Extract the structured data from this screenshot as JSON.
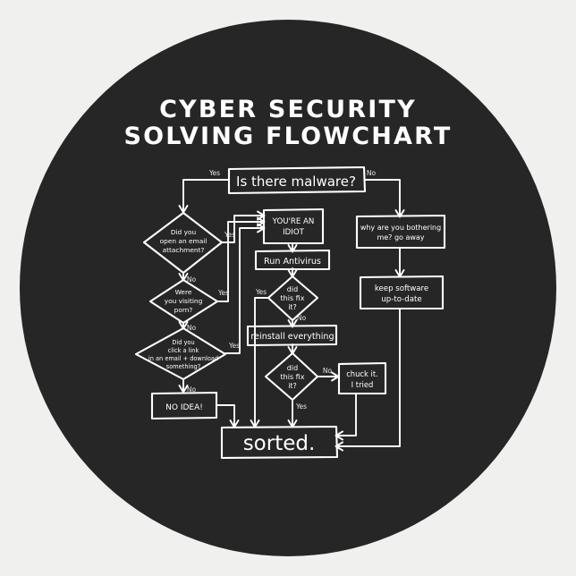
{
  "sticker": {
    "shape": "circle",
    "background_color": "#262626",
    "page_background_color": "#f0f0ef",
    "ink_color": "#ffffff"
  },
  "title": {
    "line1": "CYBER SECURITY",
    "line2": "SOLVING FLOWCHART"
  },
  "chart_data": {
    "type": "diagram",
    "title": "CYBER SECURITY SOLVING FLOWCHART",
    "diagram_kind": "flowchart",
    "nodes": [
      {
        "id": "malware",
        "shape": "box",
        "label": "Is there malware?"
      },
      {
        "id": "attachment",
        "shape": "diamond",
        "label": "Did you open an email attachment?"
      },
      {
        "id": "porn",
        "shape": "diamond",
        "label": "Were you visiting porn?"
      },
      {
        "id": "clicklink",
        "shape": "diamond",
        "label": "Did you click a link in an email + download something?"
      },
      {
        "id": "noidea",
        "shape": "box",
        "label": "NO IDEA!"
      },
      {
        "id": "idiot",
        "shape": "box",
        "label": "YOU'RE AN IDIOT"
      },
      {
        "id": "antivirus",
        "shape": "box",
        "label": "Run Antivirus"
      },
      {
        "id": "fix1",
        "shape": "diamond",
        "label": "did this fix it?"
      },
      {
        "id": "reinstall",
        "shape": "box",
        "label": "reinstall everything"
      },
      {
        "id": "fix2",
        "shape": "diamond",
        "label": "did this fix it?"
      },
      {
        "id": "chuckit",
        "shape": "box",
        "label": "chuck it. I tried"
      },
      {
        "id": "bothering",
        "shape": "box",
        "label": "why are you bothering me? go away"
      },
      {
        "id": "uptodate",
        "shape": "box",
        "label": "keep software up-to-date"
      },
      {
        "id": "sorted",
        "shape": "box",
        "label": "sorted."
      }
    ],
    "edges": [
      {
        "from": "malware",
        "to": "attachment",
        "label": "Yes"
      },
      {
        "from": "malware",
        "to": "bothering",
        "label": "No"
      },
      {
        "from": "attachment",
        "to": "idiot",
        "label": "Yes"
      },
      {
        "from": "attachment",
        "to": "porn",
        "label": "No"
      },
      {
        "from": "porn",
        "to": "idiot",
        "label": "Yes"
      },
      {
        "from": "porn",
        "to": "clicklink",
        "label": "No"
      },
      {
        "from": "clicklink",
        "to": "idiot",
        "label": "Yes"
      },
      {
        "from": "clicklink",
        "to": "noidea",
        "label": "No"
      },
      {
        "from": "noidea",
        "to": "sorted",
        "label": ""
      },
      {
        "from": "idiot",
        "to": "antivirus",
        "label": ""
      },
      {
        "from": "antivirus",
        "to": "fix1",
        "label": ""
      },
      {
        "from": "fix1",
        "to": "sorted",
        "label": "Yes"
      },
      {
        "from": "fix1",
        "to": "reinstall",
        "label": "No"
      },
      {
        "from": "reinstall",
        "to": "fix2",
        "label": ""
      },
      {
        "from": "fix2",
        "to": "chuckit",
        "label": "No"
      },
      {
        "from": "fix2",
        "to": "sorted",
        "label": "Yes"
      },
      {
        "from": "chuckit",
        "to": "sorted",
        "label": ""
      },
      {
        "from": "bothering",
        "to": "uptodate",
        "label": ""
      },
      {
        "from": "uptodate",
        "to": "sorted",
        "label": ""
      }
    ]
  },
  "nodes": {
    "malware": "Is there malware?",
    "attachment_l1": "Did you",
    "attachment_l2": "open an email",
    "attachment_l3": "attachment?",
    "porn_l1": "Were",
    "porn_l2": "you visiting",
    "porn_l3": "porn?",
    "clicklink_l1": "Did you",
    "clicklink_l2": "click a link",
    "clicklink_l3": "in an email + download",
    "clicklink_l4": "something?",
    "noidea": "NO IDEA!",
    "idiot_l1": "YOU'RE AN",
    "idiot_l2": "IDIOT",
    "antivirus": "Run Antivirus",
    "fix1_l1": "did",
    "fix1_l2": "this fix",
    "fix1_l3": "it?",
    "reinstall": "reinstall everything",
    "fix2_l1": "did",
    "fix2_l2": "this fix",
    "fix2_l3": "it?",
    "chuckit_l1": "chuck it.",
    "chuckit_l2": "I tried",
    "bothering_l1": "why are you bothering",
    "bothering_l2": "me? go away",
    "uptodate_l1": "keep software",
    "uptodate_l2": "up-to-date",
    "sorted": "sorted."
  },
  "edge_labels": {
    "malware_yes": "Yes",
    "malware_no": "No",
    "attachment_yes": "Yes",
    "attachment_no": "No",
    "porn_yes": "Yes",
    "porn_no": "No",
    "clicklink_yes": "Yes",
    "clicklink_no": "No",
    "fix1_yes": "Yes",
    "fix1_no": "No",
    "fix2_yes": "Yes",
    "fix2_no": "No"
  }
}
